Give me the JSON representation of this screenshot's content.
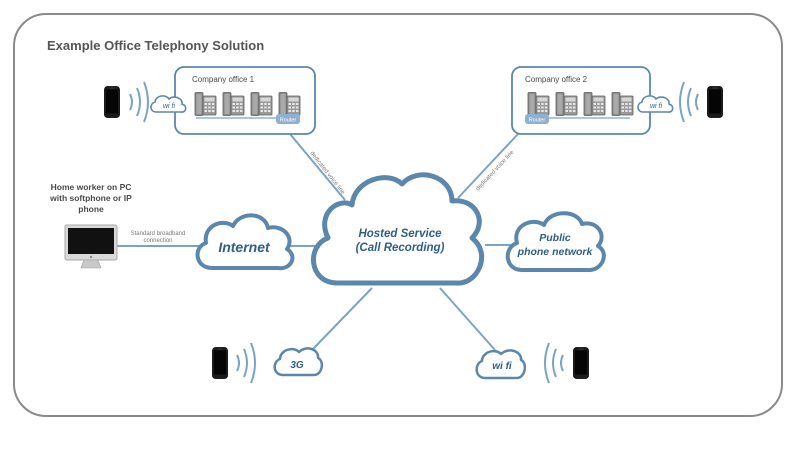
{
  "title": "Example Office Telephony Solution",
  "office1": {
    "label": "Company office 1",
    "router": "Router",
    "wifi": "wi fi"
  },
  "office2": {
    "label": "Company office 2",
    "router": "Router",
    "wifi": "wi fi"
  },
  "home_worker": {
    "line1": "Home worker on PC",
    "line2": "with softphone or IP",
    "line3": "phone"
  },
  "broadband": {
    "line1": "Standard broadband",
    "line2": "connection"
  },
  "dedicated_line_1": "dedicated voice line",
  "dedicated_line_2": "dedicated voice line",
  "internet": "Internet",
  "hosted": {
    "line1": "Hosted Service",
    "line2": "(Call Recording)"
  },
  "public_network": {
    "line1": "Public",
    "line2": "phone network"
  },
  "mobile_3g": "3G",
  "mobile_wifi": "wi fi",
  "colors": {
    "border": "#8a8a8a",
    "line": "#7aa3c6",
    "cloud_stroke": "#5b87ad",
    "cloud_text": "#2f5f88",
    "title": "#555555",
    "text": "#4a4a4a"
  }
}
